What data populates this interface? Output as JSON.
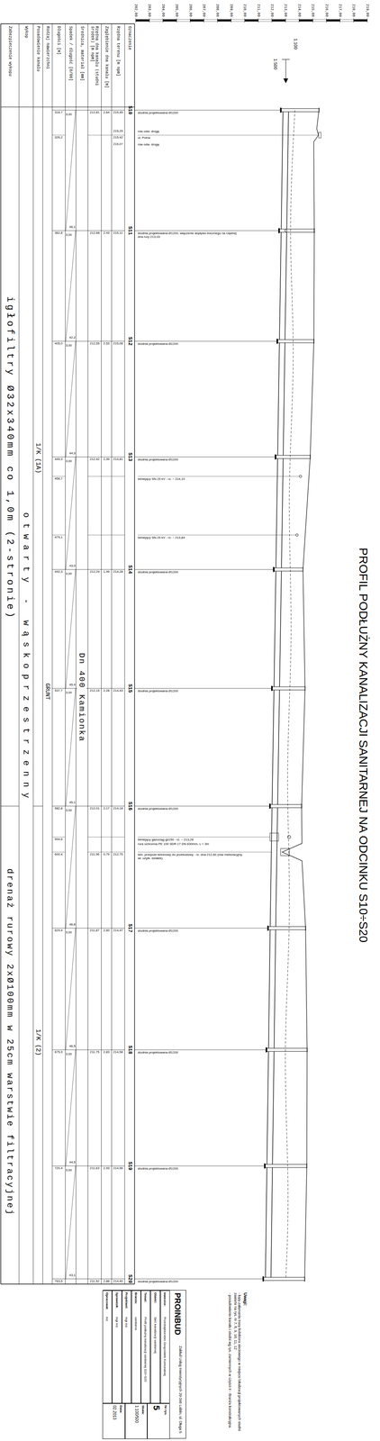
{
  "diagram": {
    "title": "PROFIL PODŁUŻNY KANALIZACJI SANITARNEJ NA ODCINKU S10÷S20",
    "nodes": [
      {
        "text": [
          "PROINBUD",
          "Zakład Usług Inwestycyjnych 20-346 Lublin, ul. Długa 5"
        ]
      },
      {
        "text": [
          "Inwestor:",
          "Przedsiębiorstwo Gospodarki Komunalnej"
        ],
        "in": 0
      },
      {
        "text": [
          "Obiekt:",
          "Sieć kanalizacji sanitarnej"
        ],
        "in": 0
      },
      {
        "text": [
          "Temat:",
          "Profil podłużny kanalizacji sanitarnej S10÷S20"
        ],
        "in": 0
      },
      {
        "text": [
          "Branża:",
          "sanitarna"
        ],
        "in": 0
      },
      {
        "text": [
          "Projektant:",
          "mgr inż."
        ],
        "in": 0
      },
      {
        "text": [
          "Sprawdził:",
          "mgr inż."
        ],
        "in": 0
      },
      {
        "text": [
          "Opracował:",
          "inż."
        ],
        "in": 0
      },
      {
        "text": [
          "Nr rys.",
          "5"
        ],
        "in": 0
      },
      {
        "text": [
          "Skala:",
          "1:100/500"
        ],
        "in": 0
      },
      {
        "text": [
          "Data:",
          "02.2013"
        ],
        "in": 0
      }
    ],
    "labels": [
      "1:100",
      "1:500",
      "202,00",
      "203,00",
      "204,00",
      "205,00",
      "206,00",
      "207,00",
      "208,00",
      "209,00",
      "210,00",
      "211,00",
      "212,00",
      "213,00",
      "214,00",
      "215,00",
      "216,00",
      "217,00",
      "218,00",
      "219,00",
      "Oznaczenie",
      "Rzędna terenu [m npm]",
      "Zagłębienie dna kanału [m]",
      "Rzędna dna kanału (studni środek) [m npm]",
      "Średnica, materiał [mm]",
      "Spadek / długość [0/00]",
      "Długości [m]",
      "Rodzaj nawierzchni",
      "Posadowienie kanału",
      "Wykop",
      "Zabezpieczenie wykopu",
      "S10",
      "S11",
      "S12",
      "S13",
      "S14",
      "S15",
      "S16",
      "S17",
      "S18",
      "S19",
      "S20",
      "316,7",
      "326,2",
      "362,8",
      "405,0",
      "449,3",
      "456,7",
      "479,1",
      "492,3",
      "537,7",
      "582,8",
      "594,6",
      "600,4",
      "629,4",
      "675,9",
      "720,4",
      "763,5",
      "215,45",
      "215,29",
      "215,42",
      "215,07",
      "215,11",
      "215,08",
      "214,81",
      "214,28",
      "214,43",
      "214,18",
      "212,75",
      "214,47",
      "214,58",
      "214,56",
      "214,40",
      "2,64",
      "2,43",
      "2,53",
      "2,39",
      "1,99",
      "2,28",
      "2,17",
      "0,79",
      "2,60",
      "2,83",
      "2,93",
      "2,88",
      "212,81",
      "212,68",
      "212,55",
      "212,42",
      "212,29",
      "212,15",
      "212,01",
      "211,96",
      "211,87",
      "211,75",
      "211,63",
      "211,52",
      "46,1",
      "42,2",
      "44,3",
      "43,0",
      "45,4",
      "45,1",
      "46,6",
      "46,5",
      "44,5",
      "43,1",
      "3,00",
      "3,00",
      "3,00",
      "3,00",
      "3,00",
      "3,00",
      "3,00",
      "3,00",
      "3,00",
      "3,00",
      "studnia projektowana Ø1200",
      "rów odw. drogę",
      "ul. Polna",
      "rów odw. drogę",
      "studnia projektowana Ø1200, włączenie dopływu bocznego na rzędnej dna rury 213,03",
      "studnia projektowana Ø1200",
      "studnia projektowana Ø1200",
      "istniejący SN-15 kV - rz. ~ 214,10",
      "istniejący SN-15 kV - rz. ~ 213,84",
      "studnia projektowana Ø1200",
      "studnia projektowana Ø1200",
      "studnia projektowana Ø1200",
      "istniejący gazociąg gs150 - rz. ~ 213,26",
      "rura ochronna PE 100 SDR 17 DN 630mm, L = 3m",
      "istn. przepust betonowy do przebudowy - rz. dna 212,60 (rów melioracyjny, wł. użytk. działek)",
      "studnia projektowana Ø1200",
      "studnia projektowana Ø1200",
      "studnia projektowana Ø1200",
      "studnia projektowana Ø1200",
      "Dn 400 Kamionka",
      "GRUNT",
      "1/K (1A)",
      "1/K (2)",
      "otwarty - wąskoprzestrzenny",
      "igłofiltry Ø32x340mm co 1,0m (2-stronie)",
      "drenaż rurowy 2xØ100mm w 25cm warstwie filtracyjnej",
      "Uwagi:",
      "- kąty załamania trasy kolektora sieciowego w miejscu lokalizacji projektowanych studni zawarte na rys. nr 7, 8, 9, 10, 11, 12",
      "- posadowienie kanału i studni wg rys. zamiennych w części II - Branża konstrukcyjna"
    ]
  }
}
